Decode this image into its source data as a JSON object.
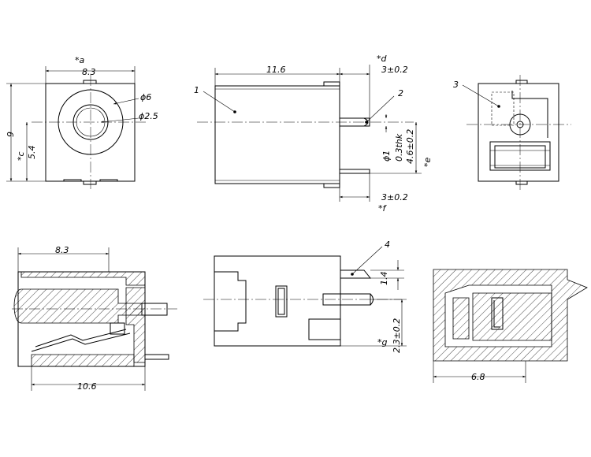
{
  "front_view": {
    "width_label": "8.3",
    "width_marker": "*a",
    "height_label": "9",
    "center_height_label": "5.4",
    "center_height_marker": "*c",
    "outer_diameter": "ϕ6",
    "inner_diameter": "ϕ2.5"
  },
  "side_view": {
    "length_label": "11.6",
    "pin_length_top": "3±0.2",
    "pin_length_top_marker": "*d",
    "pin_length_bottom": "3±0.2",
    "pin_length_bottom_marker": "*f",
    "pin_diameter": "ϕ1",
    "thickness": "0.3thk",
    "center_offset": "4.6±0.2",
    "center_offset_marker": "*e",
    "callout_1": "1",
    "callout_2": "2"
  },
  "rear_view": {
    "callout_3": "3"
  },
  "section_view": {
    "width_label": "8.3",
    "length_label": "10.6"
  },
  "bottom_view": {
    "callout_4": "4",
    "gap_label": "1.4",
    "offset_label": "2.3±0.2",
    "offset_marker": "*g"
  },
  "end_section": {
    "length_label": "6.8"
  }
}
